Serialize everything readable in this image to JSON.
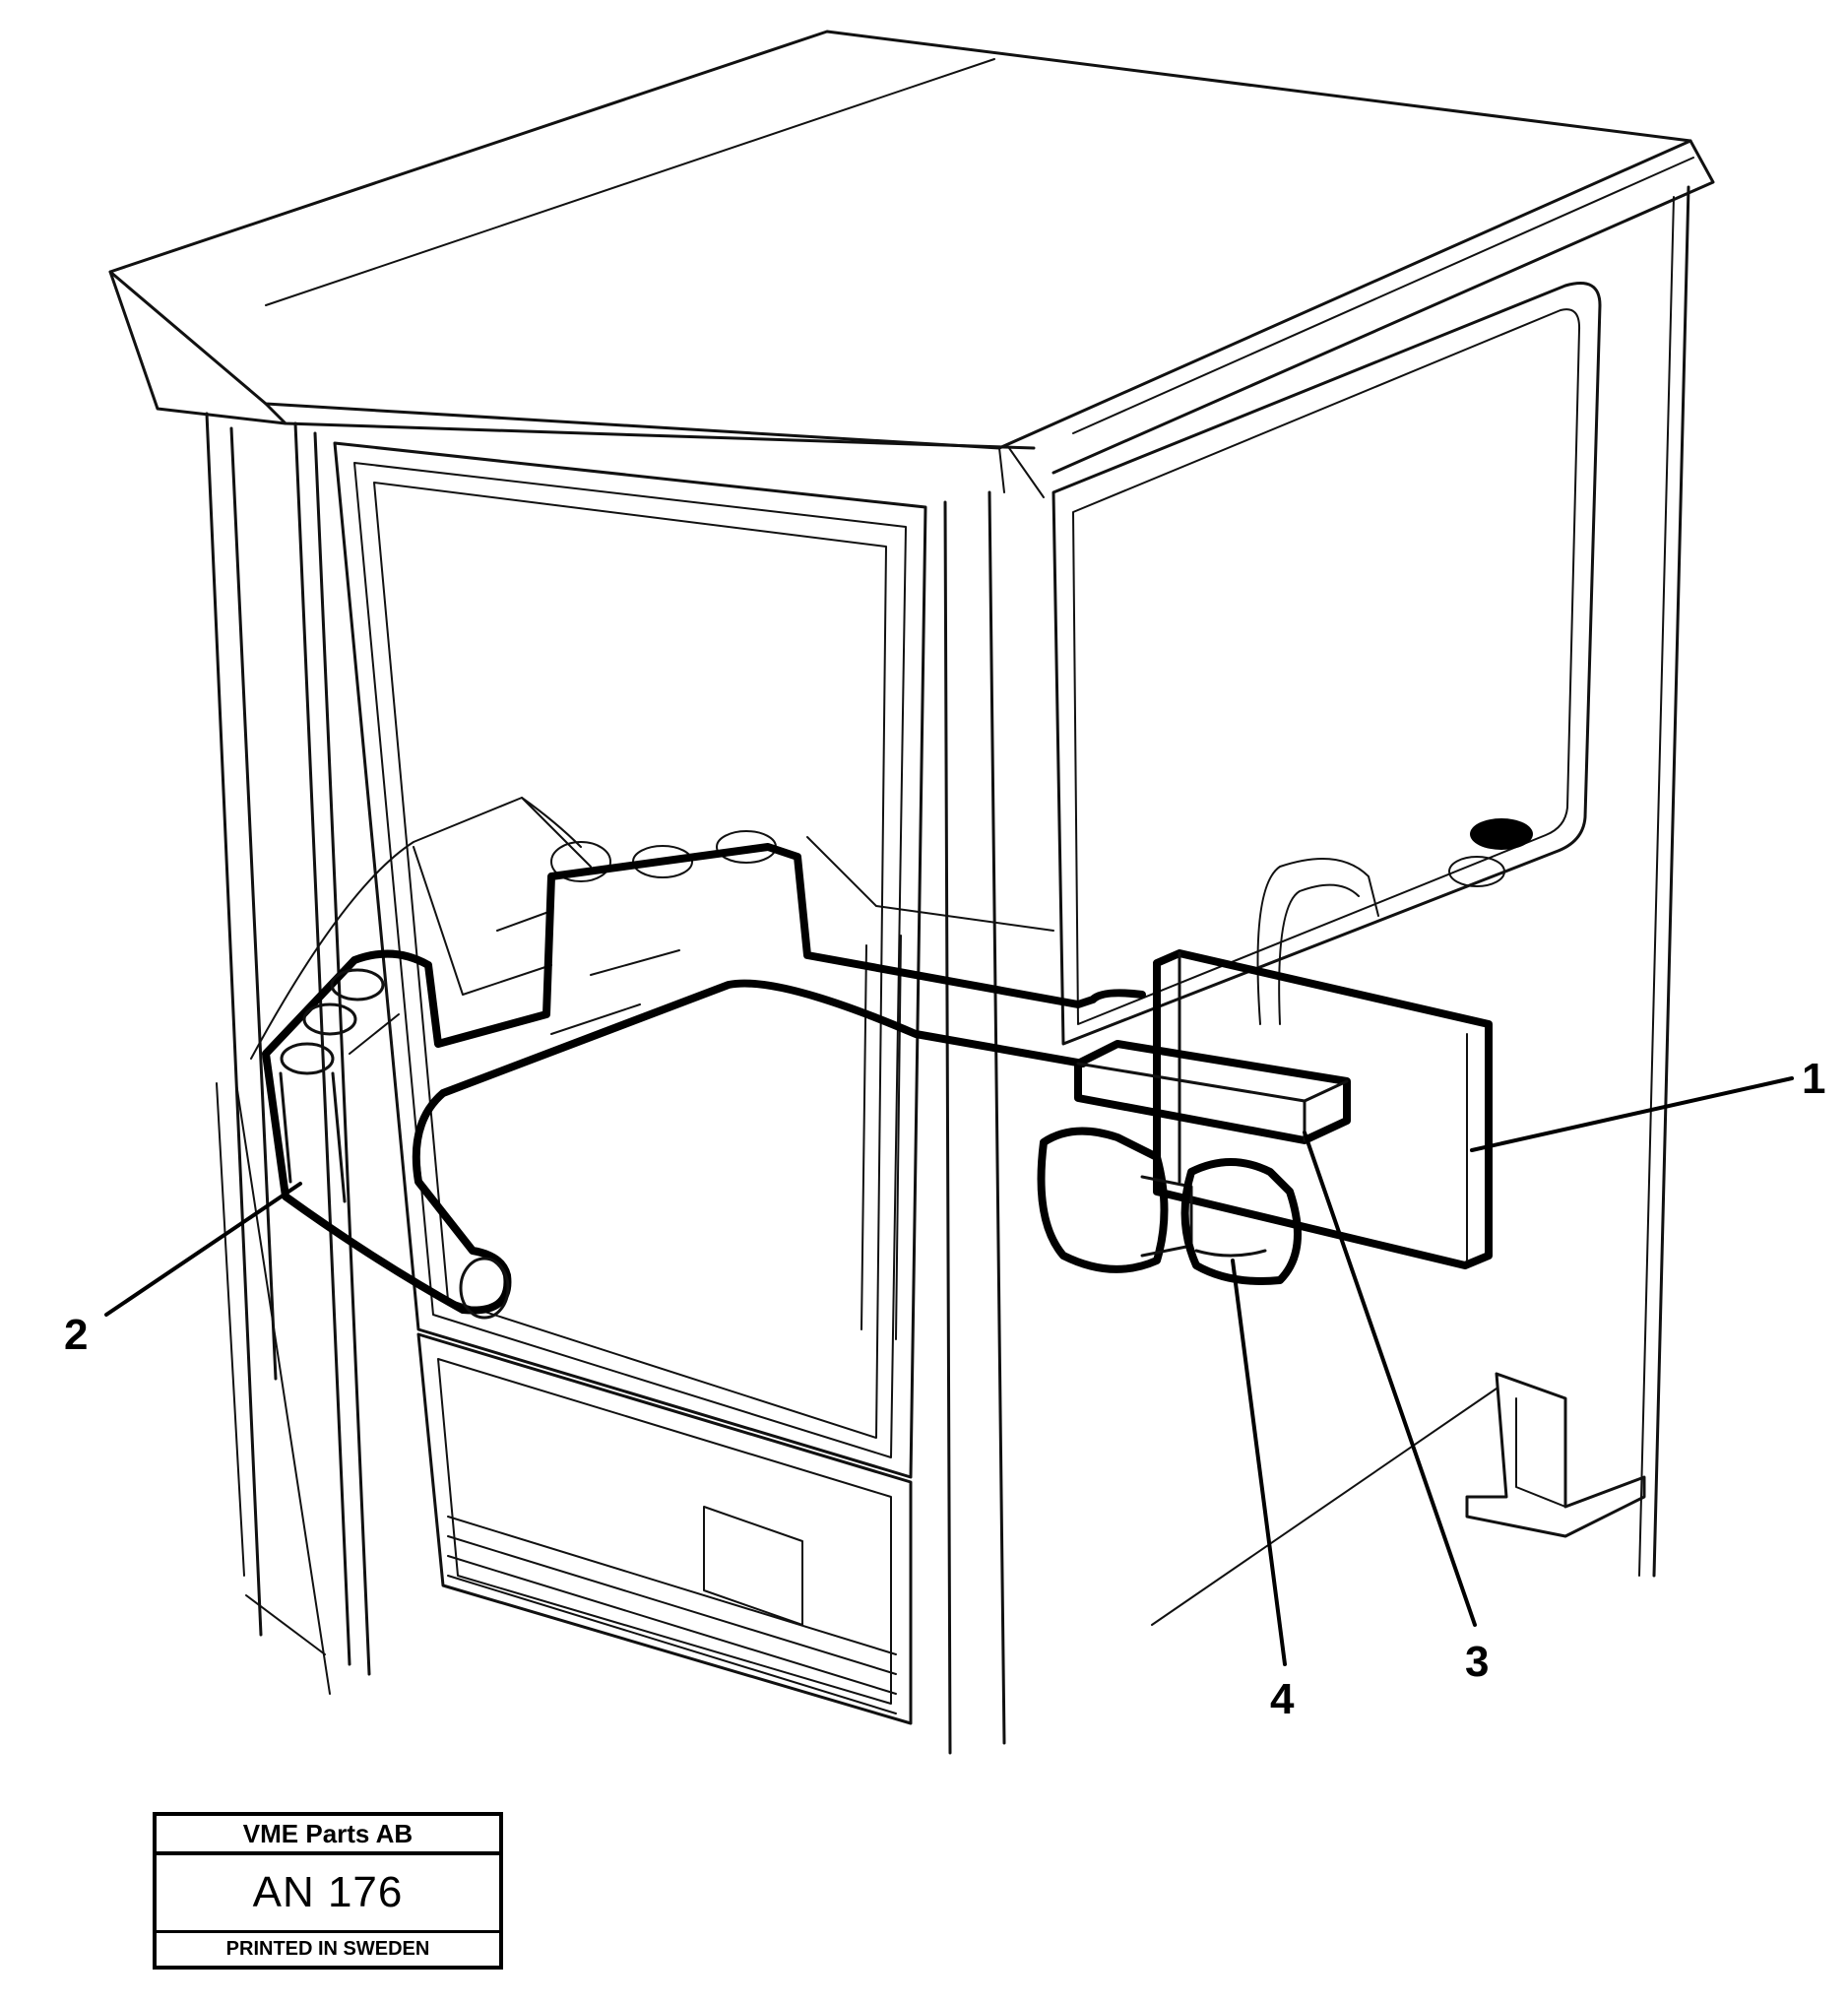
{
  "diagram": {
    "callouts": [
      {
        "id": "1",
        "label": "1"
      },
      {
        "id": "2",
        "label": "2"
      },
      {
        "id": "3",
        "label": "3"
      },
      {
        "id": "4",
        "label": "4"
      }
    ]
  },
  "title_block": {
    "company": "VME Parts AB",
    "code": "AN 176",
    "printed": "PRINTED IN SWEDEN"
  }
}
